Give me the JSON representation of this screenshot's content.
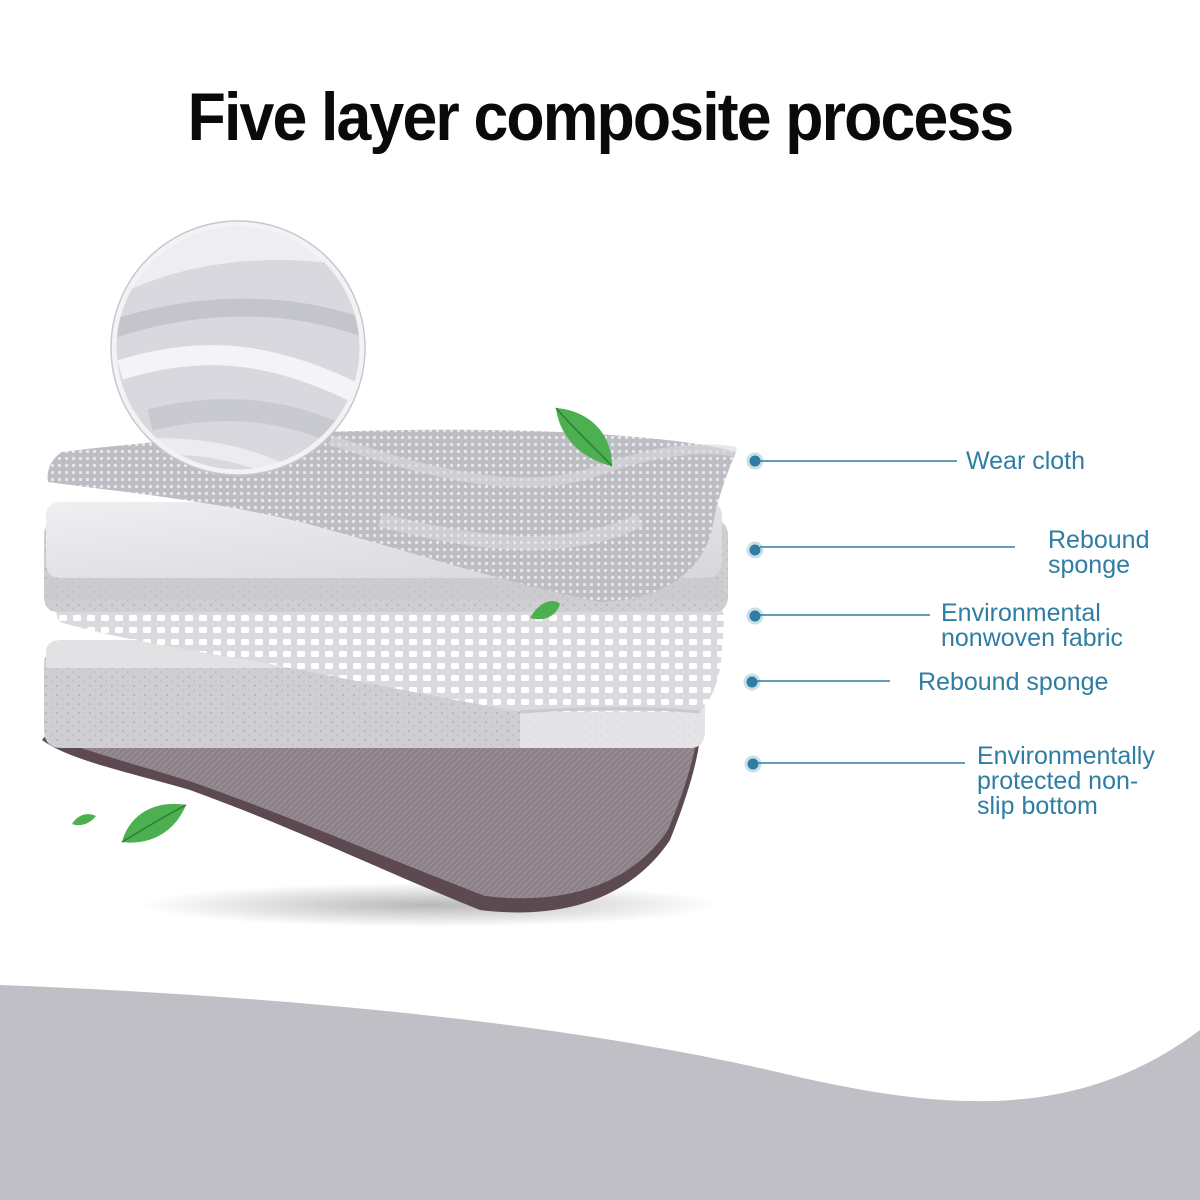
{
  "title": "Five layer composite process",
  "colors": {
    "label_text": "#2f7da3",
    "leader_line": "#2f7da3",
    "bottom_wave": "#c0bfc5",
    "leaf_green": "#4caf50"
  },
  "layers": [
    {
      "name": "wear-cloth",
      "lines": [
        "Wear cloth"
      ]
    },
    {
      "name": "rebound-sponge-top",
      "lines": [
        "Rebound",
        "sponge"
      ]
    },
    {
      "name": "nonwoven-fabric",
      "lines": [
        "Environmental",
        "nonwoven fabric"
      ]
    },
    {
      "name": "rebound-sponge-lower",
      "lines": [
        "Rebound sponge"
      ]
    },
    {
      "name": "non-slip-bottom",
      "lines": [
        "Environmentally",
        "protected non-",
        "slip bottom"
      ]
    }
  ]
}
